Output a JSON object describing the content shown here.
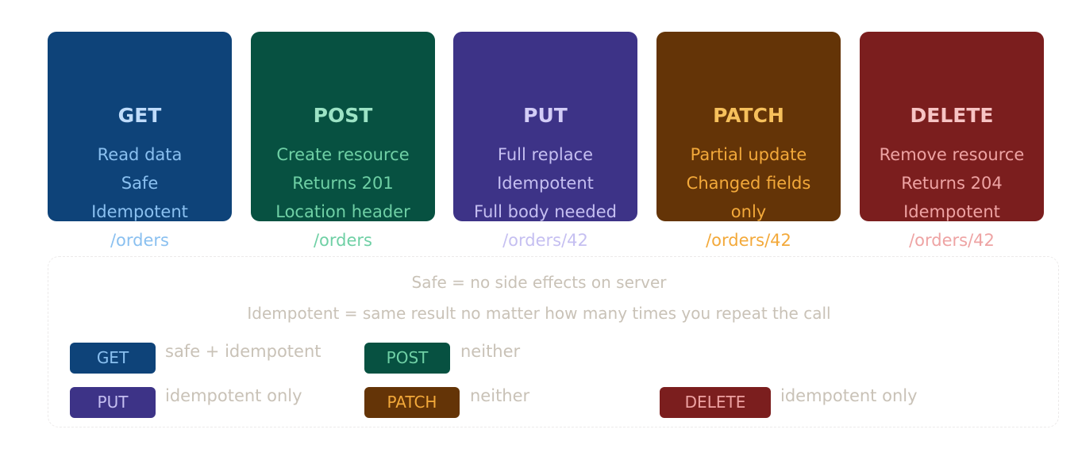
{
  "methods": [
    {
      "key": "get",
      "title": "GET",
      "lines": [
        "Read data",
        "Safe",
        "Idempotent",
        "/orders"
      ],
      "bg": "#0e4379",
      "fg": "#8ac0f0",
      "title_color": "#bfdcfb"
    },
    {
      "key": "post",
      "title": "POST",
      "lines": [
        "Create resource",
        "Returns 201",
        "Location header",
        "/orders"
      ],
      "bg": "#075141",
      "fg": "#6fd0a5",
      "title_color": "#9ce3c5"
    },
    {
      "key": "put",
      "title": "PUT",
      "lines": [
        "Full replace",
        "Idempotent",
        "Full body needed",
        "/orders/42"
      ],
      "bg": "#3d3387",
      "fg": "#c5bff1",
      "title_color": "#d3cdf7"
    },
    {
      "key": "patch",
      "title": "PATCH",
      "lines": [
        "Partial update",
        "Changed fields",
        "only",
        "/orders/42"
      ],
      "bg": "#643407",
      "fg": "#f3a93a",
      "title_color": "#f6c05c"
    },
    {
      "key": "delete",
      "title": "DELETE",
      "lines": [
        "Remove resource",
        "Returns 204",
        "Idempotent",
        "/orders/42"
      ],
      "bg": "#7b1e1e",
      "fg": "#eea3a3",
      "title_color": "#f7c4c4"
    }
  ],
  "notes": {
    "safe": "Safe = no side effects on server",
    "idempotent": "Idempotent = same result no matter how many times you repeat the call"
  },
  "legend": [
    {
      "key": "get",
      "label": "GET",
      "desc": "safe + idempotent",
      "bg": "#0e4379",
      "fg": "#8ac0f0"
    },
    {
      "key": "post",
      "label": "POST",
      "desc": "neither",
      "bg": "#075141",
      "fg": "#6fd0a5"
    },
    {
      "key": "put",
      "label": "PUT",
      "desc": "idempotent only",
      "bg": "#3d3387",
      "fg": "#c5bff1"
    },
    {
      "key": "patch",
      "label": "PATCH",
      "desc": "neither",
      "bg": "#643407",
      "fg": "#f3a93a"
    },
    {
      "key": "delete",
      "label": "DELETE",
      "desc": "idempotent only",
      "bg": "#7b1e1e",
      "fg": "#eea3a3"
    }
  ]
}
